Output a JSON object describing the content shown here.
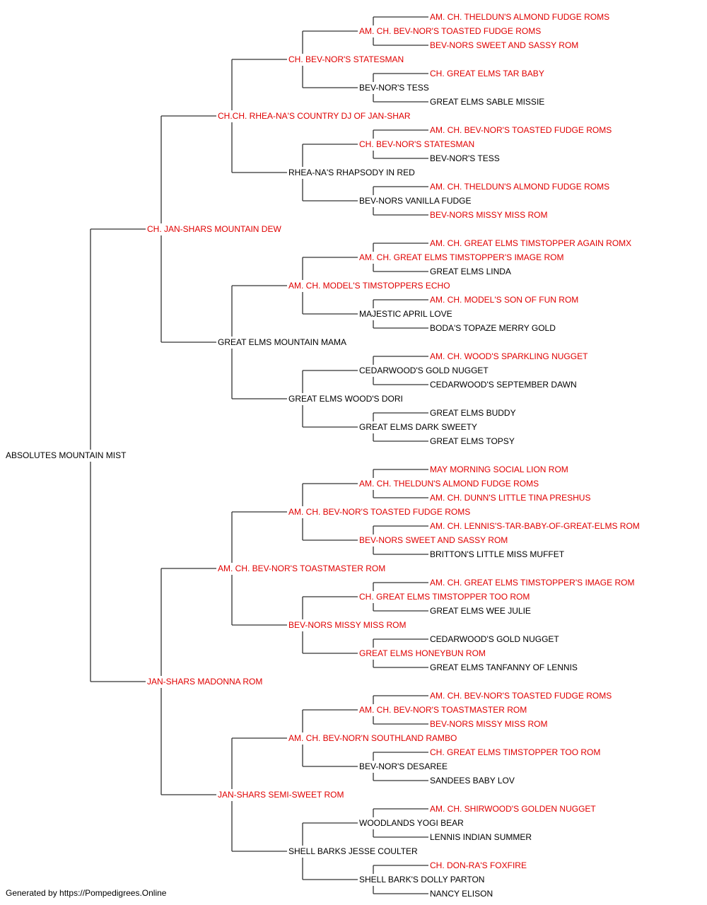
{
  "colors": {
    "champion": "#e00000",
    "normal": "#000000",
    "line": "#333333"
  },
  "pedigree": {
    "name": "ABSOLUTES MOUNTAIN MIST",
    "champion": false,
    "sire": {
      "name": "CH. JAN-SHARS MOUNTAIN DEW",
      "champion": true,
      "sire": {
        "name": "CH.CH. RHEA-NA'S COUNTRY DJ OF JAN-SHAR",
        "champion": true,
        "sire": {
          "name": "CH. BEV-NOR'S STATESMAN",
          "champion": true,
          "sire": {
            "name": "AM. CH. BEV-NOR'S TOASTED FUDGE ROMS",
            "champion": true,
            "sire": {
              "name": "AM. CH. THELDUN'S ALMOND FUDGE ROMS",
              "champion": true
            },
            "dam": {
              "name": "BEV-NORS SWEET AND SASSY ROM",
              "champion": true
            }
          },
          "dam": {
            "name": "BEV-NOR'S TESS",
            "champion": false,
            "sire": {
              "name": "CH. GREAT ELMS TAR BABY",
              "champion": true
            },
            "dam": {
              "name": "GREAT ELMS SABLE MISSIE",
              "champion": false
            }
          }
        },
        "dam": {
          "name": "RHEA-NA'S RHAPSODY IN RED",
          "champion": false,
          "sire": {
            "name": "CH. BEV-NOR'S STATESMAN",
            "champion": true,
            "sire": {
              "name": "AM. CH. BEV-NOR'S TOASTED FUDGE ROMS",
              "champion": true
            },
            "dam": {
              "name": "BEV-NOR'S TESS",
              "champion": false
            }
          },
          "dam": {
            "name": "BEV-NORS VANILLA FUDGE",
            "champion": false,
            "sire": {
              "name": "AM. CH. THELDUN'S ALMOND FUDGE ROMS",
              "champion": true
            },
            "dam": {
              "name": "BEV-NORS MISSY MISS ROM",
              "champion": true
            }
          }
        }
      },
      "dam": {
        "name": "GREAT ELMS MOUNTAIN MAMA",
        "champion": false,
        "sire": {
          "name": "AM. CH. MODEL'S TIMSTOPPERS ECHO",
          "champion": true,
          "sire": {
            "name": "AM. CH. GREAT ELMS TIMSTOPPER'S IMAGE ROM",
            "champion": true,
            "sire": {
              "name": "AM. CH. GREAT ELMS TIMSTOPPER AGAIN ROMX",
              "champion": true
            },
            "dam": {
              "name": "GREAT ELMS LINDA",
              "champion": false
            }
          },
          "dam": {
            "name": "MAJESTIC APRIL LOVE",
            "champion": false,
            "sire": {
              "name": "AM. CH. MODEL'S SON OF FUN ROM",
              "champion": true
            },
            "dam": {
              "name": "BODA'S TOPAZE MERRY GOLD",
              "champion": false
            }
          }
        },
        "dam": {
          "name": "GREAT ELMS WOOD'S DORI",
          "champion": false,
          "sire": {
            "name": "CEDARWOOD'S GOLD NUGGET",
            "champion": false,
            "sire": {
              "name": "AM. CH. WOOD'S SPARKLING NUGGET",
              "champion": true
            },
            "dam": {
              "name": "CEDARWOOD'S SEPTEMBER DAWN",
              "champion": false
            }
          },
          "dam": {
            "name": "GREAT ELMS DARK SWEETY",
            "champion": false,
            "sire": {
              "name": "GREAT ELMS BUDDY",
              "champion": false
            },
            "dam": {
              "name": "GREAT ELMS TOPSY",
              "champion": false
            }
          }
        }
      }
    },
    "dam": {
      "name": "JAN-SHARS MADONNA ROM",
      "champion": true,
      "sire": {
        "name": "AM. CH. BEV-NOR'S TOASTMASTER ROM",
        "champion": true,
        "sire": {
          "name": "AM. CH. BEV-NOR'S TOASTED FUDGE ROMS",
          "champion": true,
          "sire": {
            "name": "AM. CH. THELDUN'S ALMOND FUDGE ROMS",
            "champion": true,
            "sire": {
              "name": "MAY MORNING SOCIAL LION ROM",
              "champion": true
            },
            "dam": {
              "name": "AM. CH. DUNN'S LITTLE TINA PRESHUS",
              "champion": true
            }
          },
          "dam": {
            "name": "BEV-NORS SWEET AND SASSY ROM",
            "champion": true,
            "sire": {
              "name": "AM. CH. LENNIS'S-TAR-BABY-OF-GREAT-ELMS ROM",
              "champion": true
            },
            "dam": {
              "name": "BRITTON'S LITTLE MISS MUFFET",
              "champion": false
            }
          }
        },
        "dam": {
          "name": "BEV-NORS MISSY MISS ROM",
          "champion": true,
          "sire": {
            "name": "CH. GREAT ELMS TIMSTOPPER TOO ROM",
            "champion": true,
            "sire": {
              "name": "AM. CH. GREAT ELMS TIMSTOPPER'S IMAGE ROM",
              "champion": true
            },
            "dam": {
              "name": "GREAT ELMS WEE JULIE",
              "champion": false
            }
          },
          "dam": {
            "name": "GREAT ELMS HONEYBUN ROM",
            "champion": true,
            "sire": {
              "name": "CEDARWOOD'S GOLD NUGGET",
              "champion": false
            },
            "dam": {
              "name": "GREAT ELMS TANFANNY OF LENNIS",
              "champion": false
            }
          }
        }
      },
      "dam": {
        "name": "JAN-SHARS SEMI-SWEET ROM",
        "champion": true,
        "sire": {
          "name": "AM. CH. BEV-NOR'N SOUTHLAND RAMBO",
          "champion": true,
          "sire": {
            "name": "AM. CH. BEV-NOR'S TOASTMASTER ROM",
            "champion": true,
            "sire": {
              "name": "AM. CH. BEV-NOR'S TOASTED FUDGE ROMS",
              "champion": true
            },
            "dam": {
              "name": "BEV-NORS MISSY MISS ROM",
              "champion": true
            }
          },
          "dam": {
            "name": "BEV-NOR'S DESAREE",
            "champion": false,
            "sire": {
              "name": "CH. GREAT ELMS TIMSTOPPER TOO ROM",
              "champion": true
            },
            "dam": {
              "name": "SANDEES BABY LOV",
              "champion": false
            }
          }
        },
        "dam": {
          "name": "SHELL BARKS JESSE COULTER",
          "champion": false,
          "sire": {
            "name": "WOODLANDS YOGI BEAR",
            "champion": false,
            "sire": {
              "name": "AM. CH. SHIRWOOD'S GOLDEN NUGGET",
              "champion": true
            },
            "dam": {
              "name": "LENNIS INDIAN SUMMER",
              "champion": false
            }
          },
          "dam": {
            "name": "SHELL BARK'S DOLLY PARTON",
            "champion": false,
            "sire": {
              "name": "CH. DON-RA'S FOXFIRE",
              "champion": true
            },
            "dam": {
              "name": "NANCY ELISON",
              "champion": false
            }
          }
        }
      }
    }
  },
  "footer": "Generated by https://Pompedigrees.Online"
}
